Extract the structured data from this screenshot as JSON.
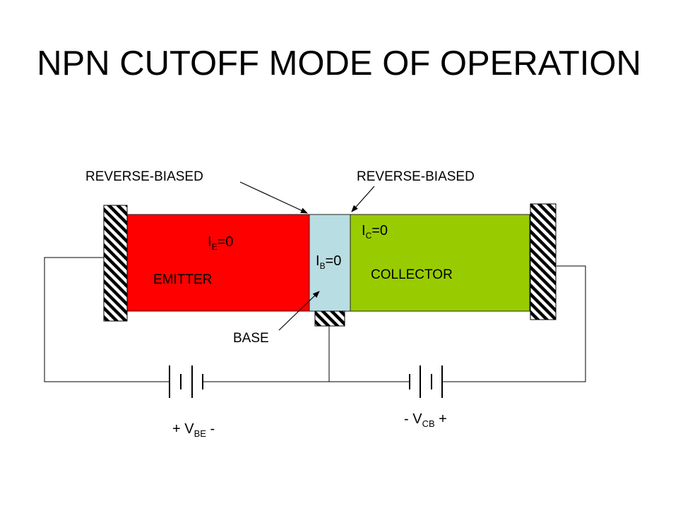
{
  "title": "NPN CUTOFF MODE OF OPERATION",
  "labels": {
    "reverse_biased_left": "REVERSE-BIASED",
    "reverse_biased_right": "REVERSE-BIASED",
    "emitter": "EMITTER",
    "collector": "COLLECTOR",
    "base": "BASE"
  },
  "currents": {
    "emitter": {
      "symbol": "I",
      "sub": "E",
      "value": "=0"
    },
    "base": {
      "symbol": "I",
      "sub": "B",
      "value": "=0"
    },
    "collector": {
      "symbol": "I",
      "sub": "C",
      "value": "=0"
    }
  },
  "sources": {
    "vbe": {
      "prefix": "+ V",
      "sub": "BE",
      "suffix": " -"
    },
    "vcb": {
      "prefix": "- V",
      "sub": "CB",
      "suffix": " +"
    }
  },
  "colors": {
    "emitter": "#ff0000",
    "base": "#b8dde3",
    "collector": "#99cc00",
    "wire": "#000000"
  }
}
